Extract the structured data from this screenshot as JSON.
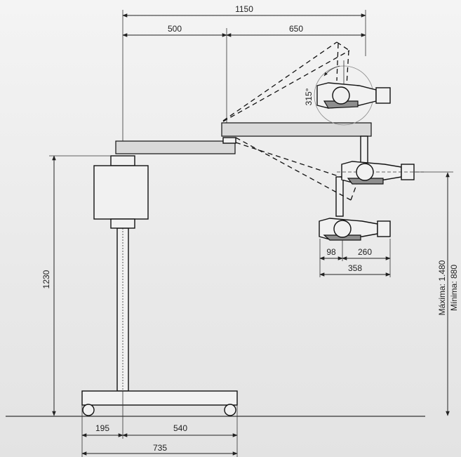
{
  "dimensions": {
    "total_reach": "1150",
    "inner_arm": "500",
    "outer_arm": "650",
    "rotation_angle": "315°",
    "head_offset": "98",
    "head_length": "260",
    "head_total": "358",
    "column_height": "1230",
    "max_height": "Máxima: 1.480",
    "min_height": "Mínima: 880",
    "base_left": "195",
    "base_right": "540",
    "base_total": "735"
  },
  "colors": {
    "line": "#222222",
    "part_fill": "#f1f1f1",
    "part_shade": "#d9d9d9",
    "background": "#eeeeee"
  }
}
